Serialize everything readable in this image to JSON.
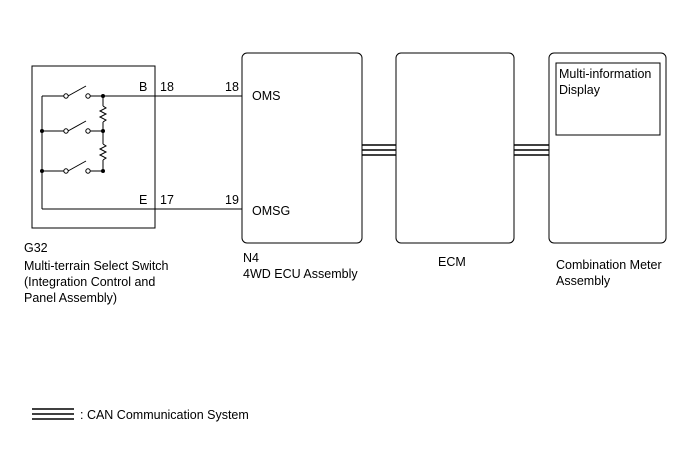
{
  "switch_unit": {
    "code": "G32",
    "name_lines": [
      "Multi-terrain Select Switch",
      "(Integration Control and",
      "Panel Assembly)"
    ],
    "terminal_top": {
      "name": "B",
      "pin": "18"
    },
    "terminal_bottom": {
      "name": "E",
      "pin": "17"
    }
  },
  "ecu_4wd": {
    "code": "N4",
    "name": "4WD ECU Assembly",
    "terminal_top": {
      "name": "OMS",
      "pin": "18"
    },
    "terminal_bottom": {
      "name": "OMSG",
      "pin": "19"
    }
  },
  "ecm": {
    "name": "ECM"
  },
  "combination_meter": {
    "name_lines": [
      "Combination Meter",
      "Assembly"
    ],
    "display_lines": [
      "Multi-information",
      "Display"
    ]
  },
  "legend": {
    "text": ": CAN Communication System"
  },
  "colors": {
    "line": "#000000",
    "background": "#ffffff"
  }
}
